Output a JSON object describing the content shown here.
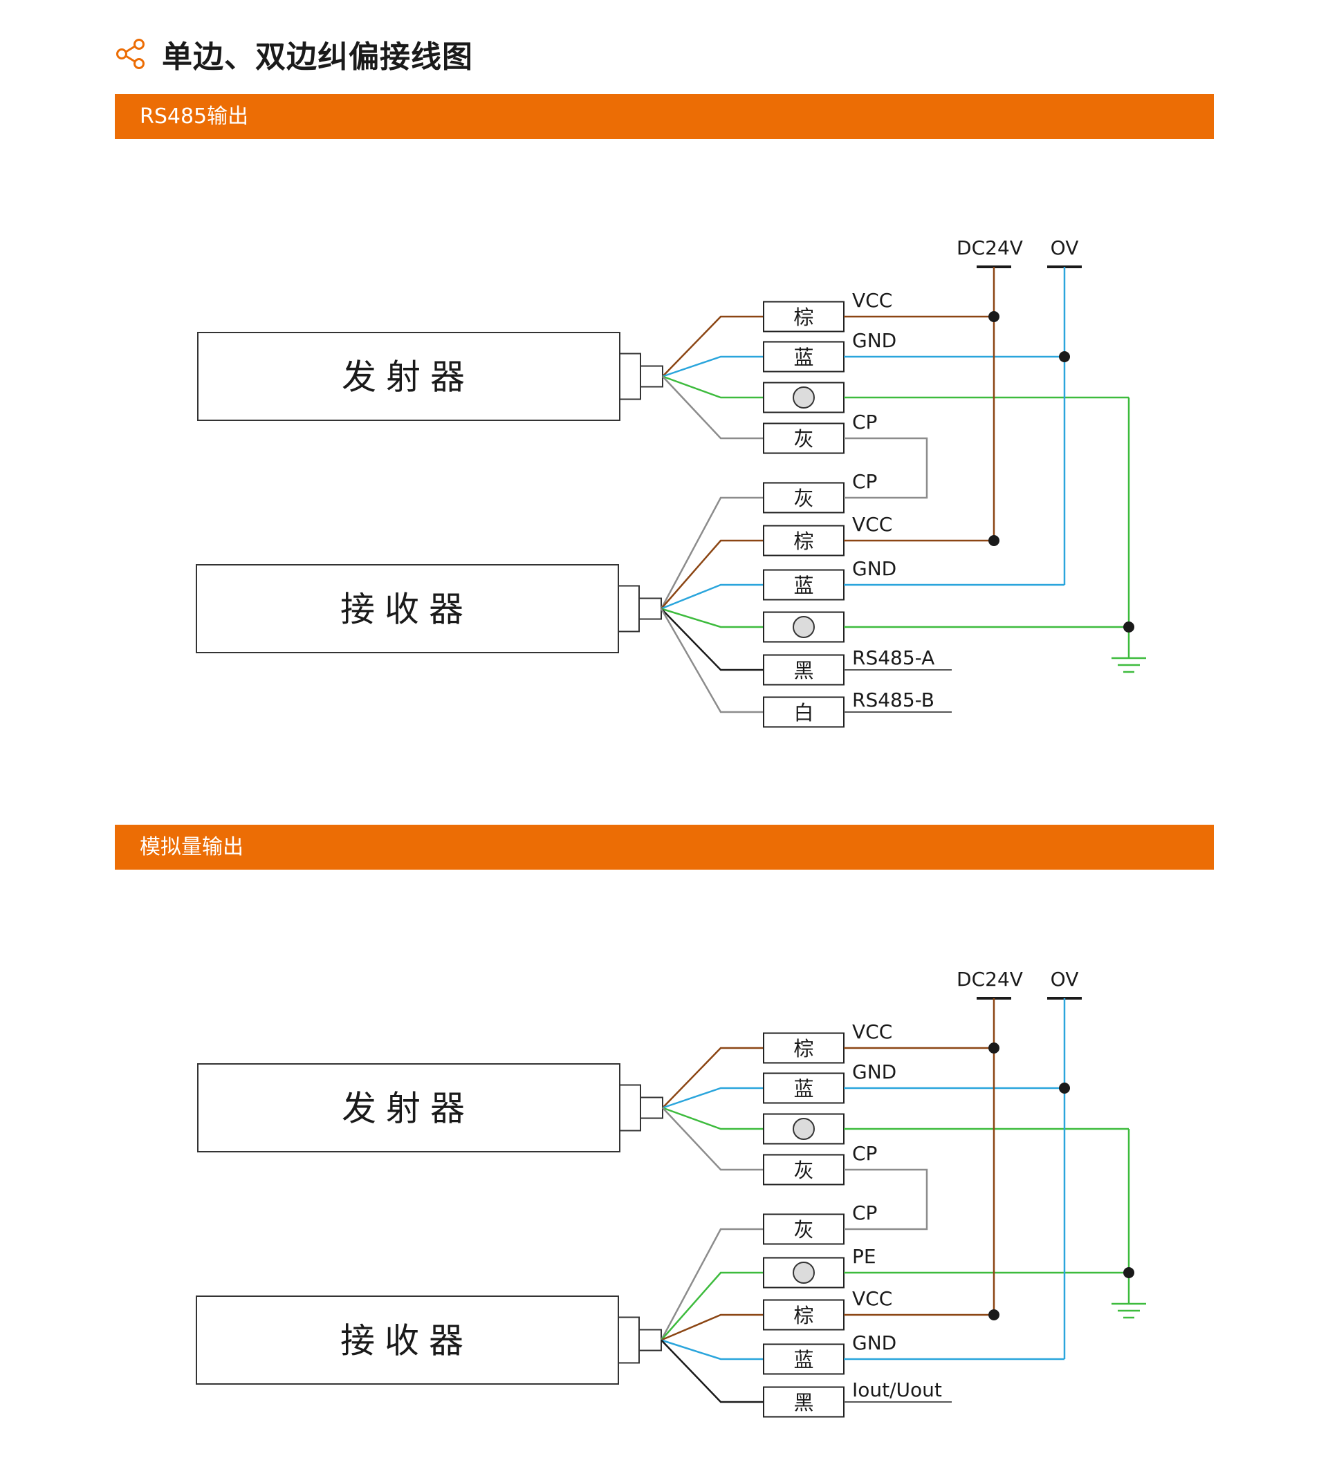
{
  "page_title": "单边、双边纠偏接线图",
  "icon": "share-icon",
  "colors": {
    "accent": "#ec6d05",
    "brown": "#8b4513",
    "blue": "#2aa5dc",
    "green": "#3dbb3d",
    "gray": "#8c8c8c",
    "black": "#1a1a1a"
  },
  "sections": [
    {
      "header": "RS485输出",
      "rails": [
        "DC24V",
        "OV"
      ],
      "emitter": {
        "label": "发射器",
        "terminals": [
          {
            "label": "棕",
            "signal": "VCC"
          },
          {
            "label": "蓝",
            "signal": "GND"
          },
          {
            "label": "",
            "signal": ""
          },
          {
            "label": "灰",
            "signal": "CP"
          }
        ]
      },
      "receiver": {
        "label": "接收器",
        "terminals": [
          {
            "label": "灰",
            "signal": "CP"
          },
          {
            "label": "棕",
            "signal": "VCC"
          },
          {
            "label": "蓝",
            "signal": "GND"
          },
          {
            "label": "",
            "signal": ""
          },
          {
            "label": "黑",
            "signal": "RS485-A"
          },
          {
            "label": "白",
            "signal": "RS485-B"
          }
        ]
      }
    },
    {
      "header": "模拟量输出",
      "rails": [
        "DC24V",
        "OV"
      ],
      "emitter": {
        "label": "发射器",
        "terminals": [
          {
            "label": "棕",
            "signal": "VCC"
          },
          {
            "label": "蓝",
            "signal": "GND"
          },
          {
            "label": "",
            "signal": ""
          },
          {
            "label": "灰",
            "signal": "CP"
          }
        ]
      },
      "receiver": {
        "label": "接收器",
        "terminals": [
          {
            "label": "灰",
            "signal": "CP"
          },
          {
            "label": "",
            "signal": "PE"
          },
          {
            "label": "棕",
            "signal": "VCC"
          },
          {
            "label": "蓝",
            "signal": "GND"
          },
          {
            "label": "黑",
            "signal": "Iout/Uout"
          }
        ]
      }
    }
  ]
}
